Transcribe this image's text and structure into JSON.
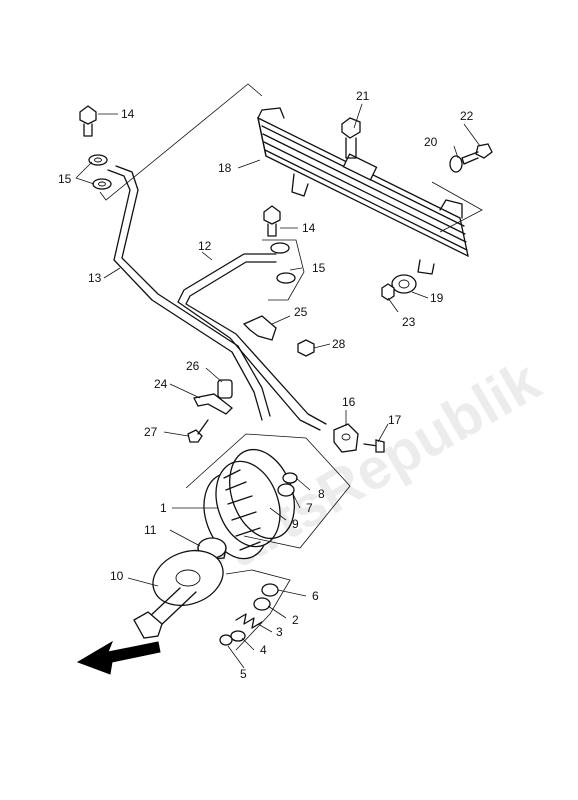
{
  "watermark": "PartsRepublik",
  "callouts": [
    "1",
    "2",
    "3",
    "4",
    "5",
    "6",
    "7",
    "8",
    "9",
    "10",
    "11",
    "12",
    "13",
    "14",
    "14",
    "15",
    "15",
    "16",
    "17",
    "18",
    "19",
    "20",
    "21",
    "22",
    "23",
    "24",
    "25",
    "26",
    "27",
    "28"
  ]
}
